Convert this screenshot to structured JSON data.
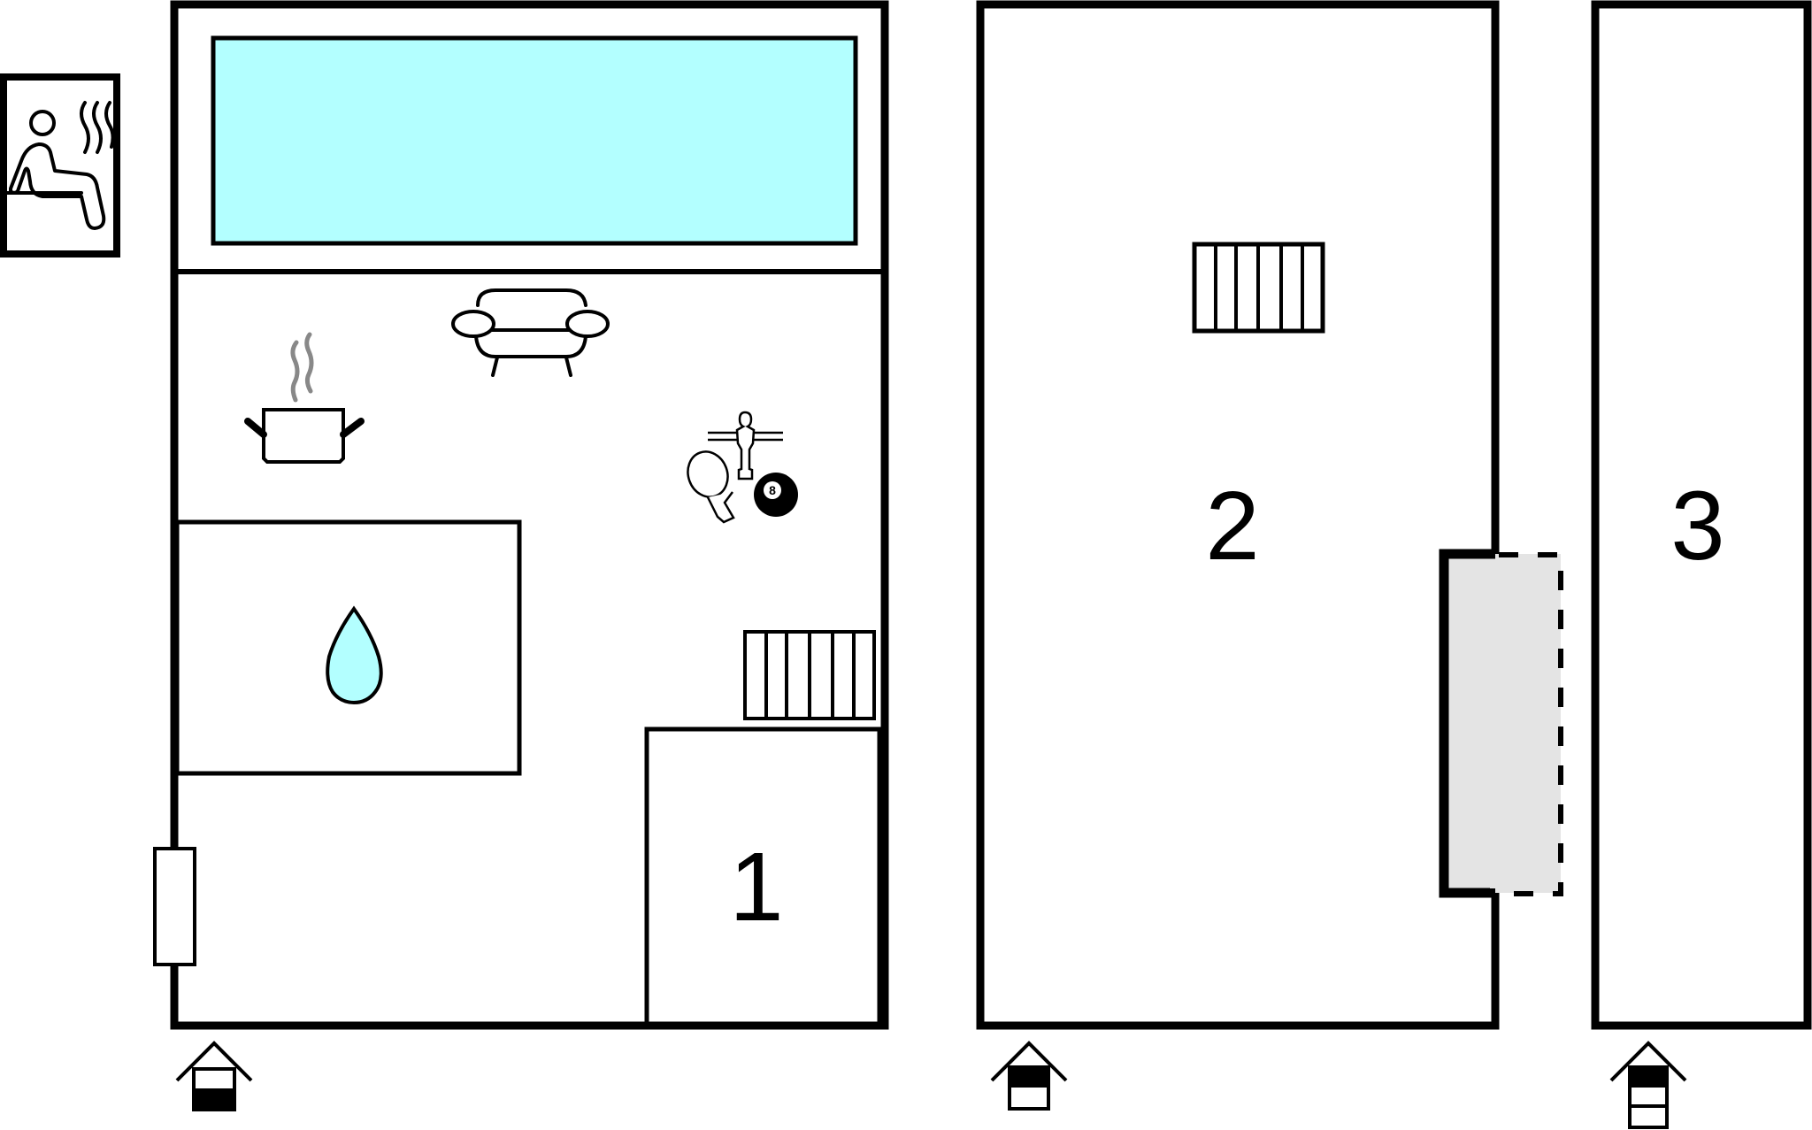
{
  "diagram": {
    "type": "floor-plan",
    "colors": {
      "wall": "#000000",
      "pool": "#b3ffff",
      "water_drop": "#b3ffff",
      "terrace": "#e4e4e4",
      "steam": "#888888",
      "background": "#ffffff"
    },
    "buildings": [
      {
        "id": "building-1",
        "label": "1",
        "features": [
          "pool",
          "living-area",
          "kitchen",
          "game-room",
          "bathroom",
          "stairs",
          "bedroom-1",
          "door"
        ],
        "floor_icon": "ground-floor"
      },
      {
        "id": "building-2",
        "label": "2",
        "features": [
          "stairs",
          "covered-terrace"
        ],
        "floor_icon": "first-floor"
      },
      {
        "id": "building-3",
        "label": "3",
        "features": [],
        "floor_icon": "second-floor"
      }
    ],
    "icons": {
      "sauna": "sauna-icon",
      "pool": "pool",
      "sofa": "sofa-icon",
      "kitchen": "cooking-pot-icon",
      "games": "game-room-icon",
      "billiard_ball_number": "8",
      "bathroom": "water-drop-icon",
      "stairs": "stairs-icon"
    },
    "rooms": {
      "room_1": "1",
      "room_2": "2",
      "room_3": "3"
    }
  }
}
